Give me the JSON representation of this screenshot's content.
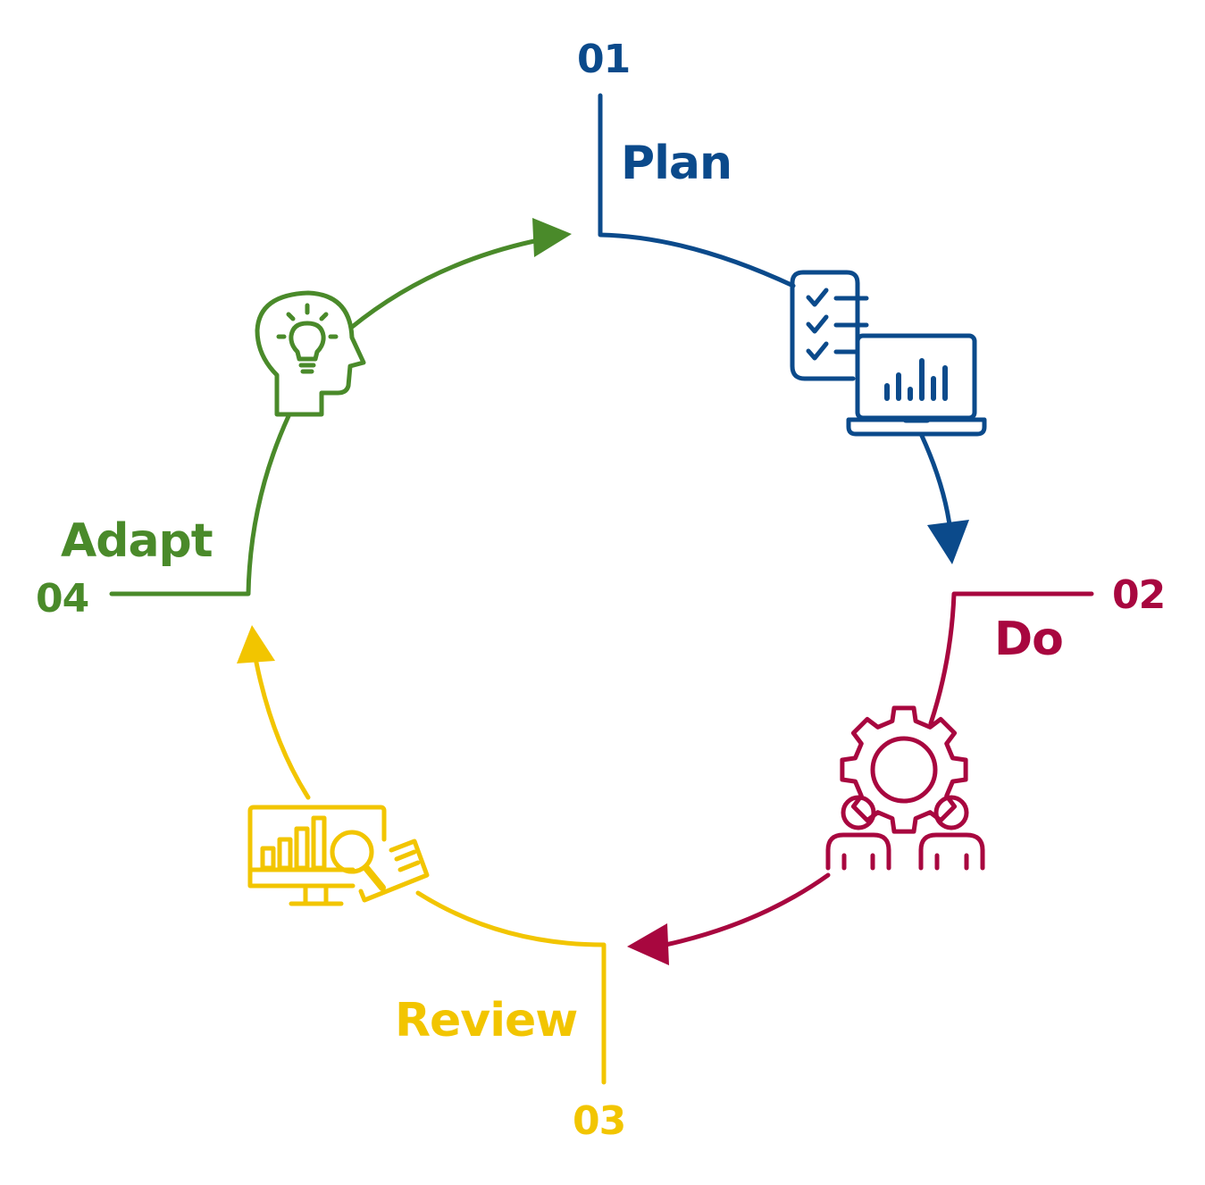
{
  "colors": {
    "plan": "#0b4a8b",
    "do": "#a8073f",
    "review": "#f2c500",
    "adapt": "#4a8a2a"
  },
  "stages": [
    {
      "number": "01",
      "label": "Plan",
      "icon": "checklist-laptop-icon"
    },
    {
      "number": "02",
      "label": "Do",
      "icon": "gear-team-icon"
    },
    {
      "number": "03",
      "label": "Review",
      "icon": "monitor-analysis-icon"
    },
    {
      "number": "04",
      "label": "Adapt",
      "icon": "head-lightbulb-icon"
    }
  ]
}
